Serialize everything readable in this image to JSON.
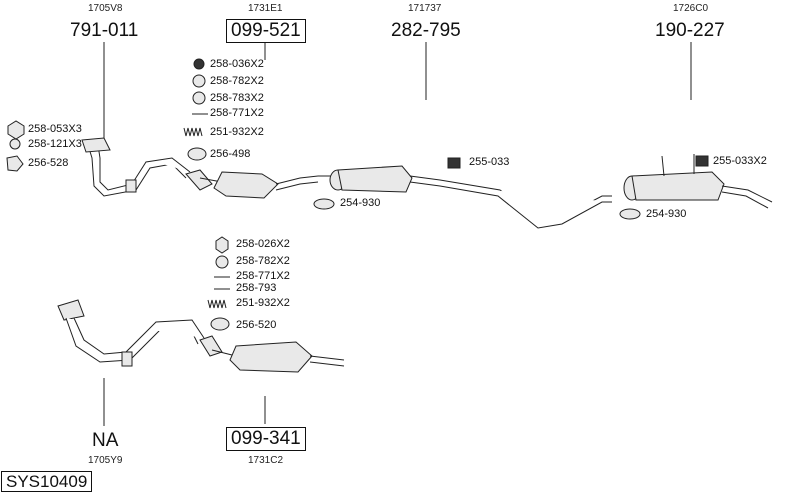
{
  "system_id": "SYS10409",
  "assemblies": {
    "front_pipe_top": {
      "code": "1705V8",
      "part": "791-011"
    },
    "cat_top": {
      "code": "1731E1",
      "part": "099-521"
    },
    "middle": {
      "code": "171737",
      "part": "282-795"
    },
    "rear": {
      "code": "1726C0",
      "part": "190-227"
    },
    "front_pipe_bottom": {
      "code": "1705Y9",
      "part": "NA"
    },
    "cat_bottom": {
      "code": "1731C2",
      "part": "099-341"
    }
  },
  "fittings": {
    "left": [
      "258-053X3",
      "258-121X3",
      "256-528"
    ],
    "top_cat": [
      "258-036X2",
      "258-782X2",
      "258-783X2",
      "258-771X2",
      "251-932X2",
      "256-498"
    ],
    "middle": [
      "255-033",
      "254-930"
    ],
    "rear": [
      "255-033X2",
      "254-930"
    ],
    "bottom_cat": [
      "258-026X2",
      "258-782X2",
      "258-771X2",
      "258-793",
      "251-932X2",
      "256-520"
    ]
  }
}
